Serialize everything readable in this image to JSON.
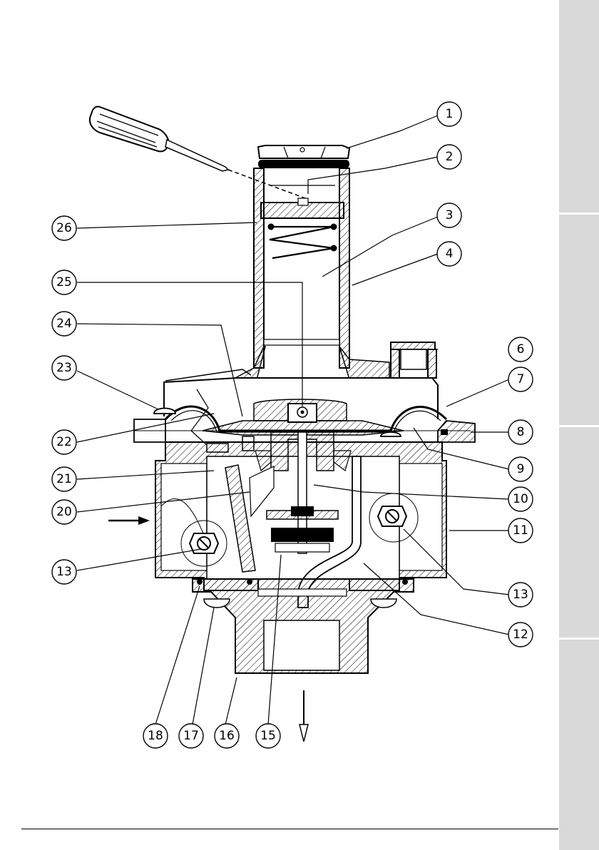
{
  "callouts": [
    {
      "label": "1"
    },
    {
      "label": "2"
    },
    {
      "label": "3"
    },
    {
      "label": "4"
    },
    {
      "label": "6"
    },
    {
      "label": "7"
    },
    {
      "label": "8"
    },
    {
      "label": "9"
    },
    {
      "label": "10"
    },
    {
      "label": "11"
    },
    {
      "label": "13"
    },
    {
      "label": "12"
    },
    {
      "label": "26"
    },
    {
      "label": "25"
    },
    {
      "label": "24"
    },
    {
      "label": "23"
    },
    {
      "label": "22"
    },
    {
      "label": "21"
    },
    {
      "label": "20"
    },
    {
      "label": "13"
    },
    {
      "label": "18"
    },
    {
      "label": "17"
    },
    {
      "label": "16"
    },
    {
      "label": "15"
    }
  ],
  "icons": {
    "screwdriver": "screwdriver-icon",
    "inlet_arrow": "arrow-right-icon",
    "outlet_arrow": "arrow-down-icon"
  },
  "colors": {
    "line": "#000000",
    "sidebar": "#d9d9d9",
    "page": "#ffffff"
  }
}
